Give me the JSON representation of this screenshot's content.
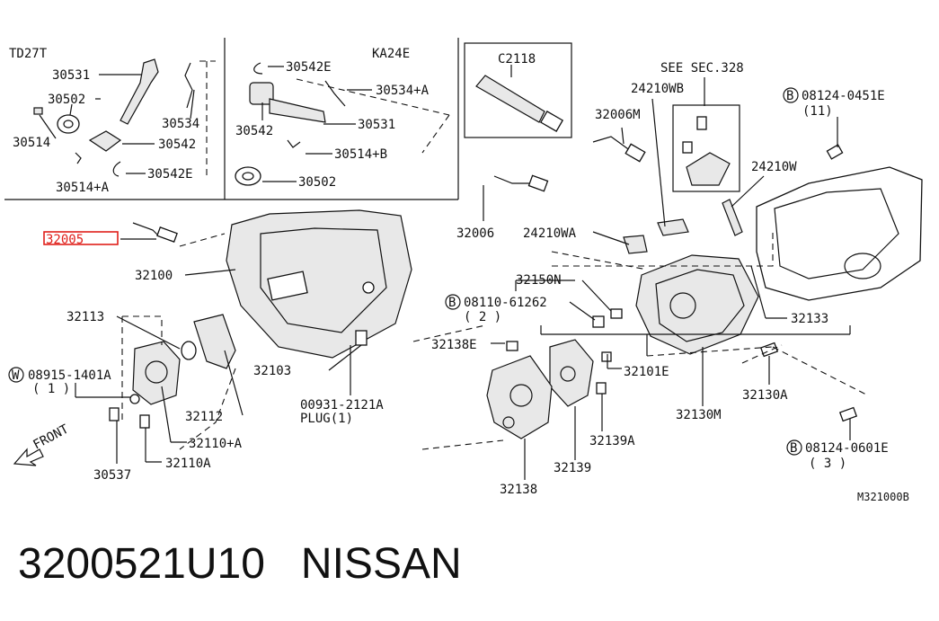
{
  "labels": {
    "td27t": "TD27T",
    "ka24e": "KA24E",
    "c2118": "C2118",
    "see_sec": "SEE SEC.328",
    "p30531_a": "30531",
    "p30502_a": "30502",
    "p30514": "30514",
    "p30534": "30534",
    "p30542_a": "30542",
    "p30542e_a": "30542E",
    "p30514a": "30514+A",
    "p30542e_b": "30542E",
    "p30534a": "30534+A",
    "p30542_b": "30542",
    "p30531_b": "30531",
    "p30514b": "30514+B",
    "p30502_b": "30502",
    "p32005": "32005",
    "p32100": "32100",
    "p32113": "32113",
    "p08915": "08915-1401A",
    "p08915_qty": "( 1 )",
    "p32103": "32103",
    "p32112": "32112",
    "p32110a_plus": "32110+A",
    "p30537": "30537",
    "p32110a": "32110A",
    "front": "FRONT",
    "p00931": "00931-2121A",
    "plug": "PLUG(1)",
    "p32006": "32006",
    "p24210wa": "24210WA",
    "p32006m": "32006M",
    "p24210wb": "24210WB",
    "p24210w": "24210W",
    "p08124_0451": "08124-0451E",
    "p08124_0451_qty": "(11)",
    "p32150n": "32150N",
    "p08110": "08110-61262",
    "p08110_qty": "( 2 )",
    "p32138e": "32138E",
    "p32101e": "32101E",
    "p32133": "32133",
    "p32130a": "32130A",
    "p32130m": "32130M",
    "p32139a": "32139A",
    "p32139": "32139",
    "p32138": "32138",
    "p08124_0601": "08124-0601E",
    "p08124_0601_qty": "( 3 )",
    "code": "M321000B",
    "circle_b": "B",
    "circle_w": "W"
  },
  "highlight": {
    "color": "#e0201b"
  },
  "footer": {
    "text": "3200521U10   NISSAN"
  }
}
